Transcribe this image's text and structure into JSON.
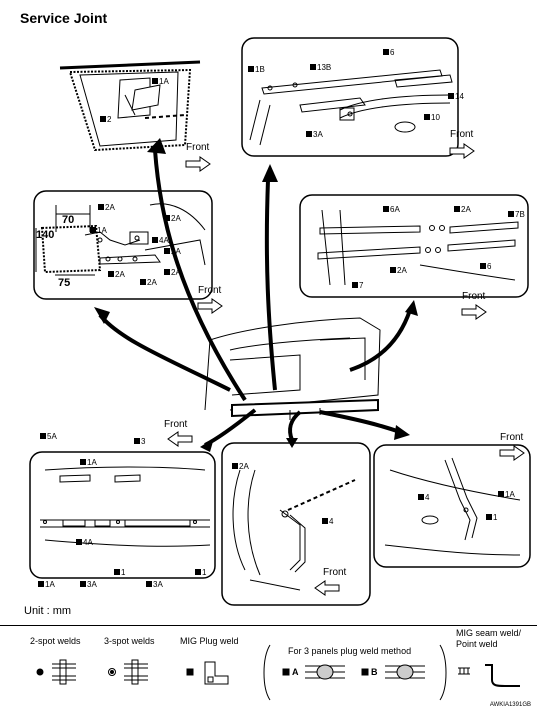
{
  "title": "Service Joint",
  "unit": "Unit : mm",
  "front": "Front",
  "dims": {
    "d140": "140",
    "d70": "70",
    "d75": "75"
  },
  "labels": {
    "p1_1A": "1A",
    "p1_2": "2",
    "p2_2A": "2A",
    "p2_1A": "1A",
    "p2_2A_r": "2A",
    "p2_4A": "4A",
    "p2_2A_a": "2A",
    "p2_2A_b": "2A",
    "p2_2A_c": "2A",
    "p2_2A_d": "2A",
    "p3_1B": "1B",
    "p3_13B": "13B",
    "p3_6": "6",
    "p3_14": "14",
    "p3_10": "10",
    "p3_3A": "3A",
    "p4_6A": "6A",
    "p4_2A": "2A",
    "p4_7B": "7B",
    "p4_2A_b": "2A",
    "p4_6": "6",
    "p4_7": "7",
    "p5_5A": "5A",
    "p5_1A": "1A",
    "p5_3": "3",
    "p5_4A": "4A",
    "p5_1": "1",
    "p5_1_b": "1",
    "p5_1A_b": "1A",
    "p5_3A": "3A",
    "p5_3A_b": "3A",
    "p6_2A": "2A",
    "p6_4": "4",
    "p7_4": "4",
    "p7_1A": "1A",
    "p7_1": "1"
  },
  "legend": {
    "spot2": "2-spot welds",
    "spot3": "3-spot welds",
    "mig_plug": "MIG Plug weld",
    "three_panel": "For 3 panels plug weld method",
    "a": "A",
    "b": "B",
    "mig_seam": "MIG seam weld/",
    "point": "Point weld"
  },
  "code": "AWKIA1391GB"
}
